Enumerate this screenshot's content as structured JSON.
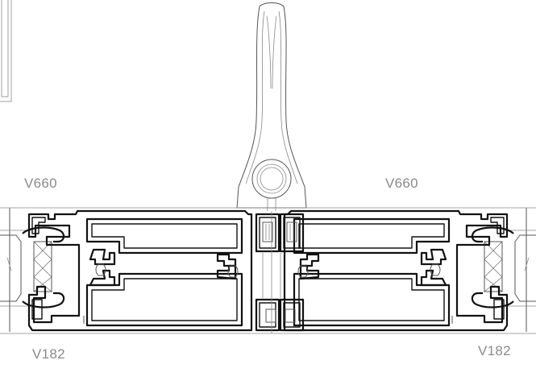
{
  "labels": {
    "top_left": "V660",
    "top_right": "V660",
    "bottom_left": "V182",
    "bottom_right": "V182"
  },
  "colors": {
    "line": "#111111",
    "thin_line": "#555555",
    "label": "#8a8a8a",
    "background": "#ffffff"
  }
}
